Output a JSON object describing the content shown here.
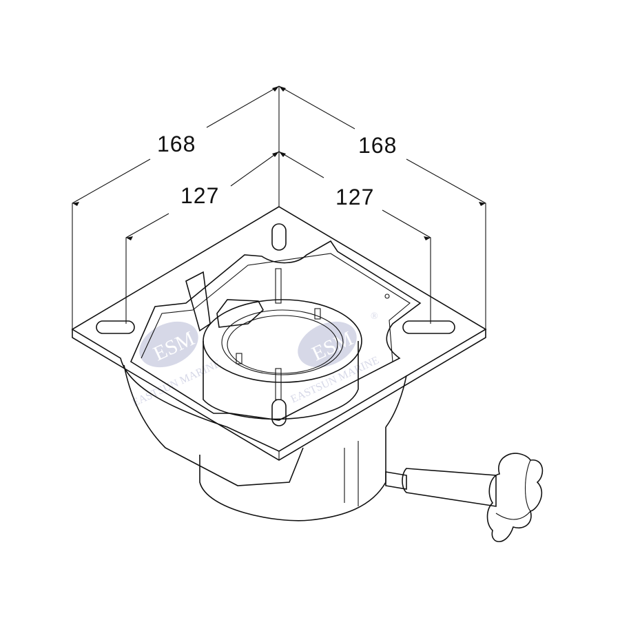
{
  "drawing": {
    "dimensions": {
      "outer_left": "168",
      "outer_right": "168",
      "inner_left": "127",
      "inner_right": "127"
    },
    "watermark": {
      "logo": "ESM",
      "text": "EASTSUN MARINE",
      "registered_mark": "®"
    }
  }
}
